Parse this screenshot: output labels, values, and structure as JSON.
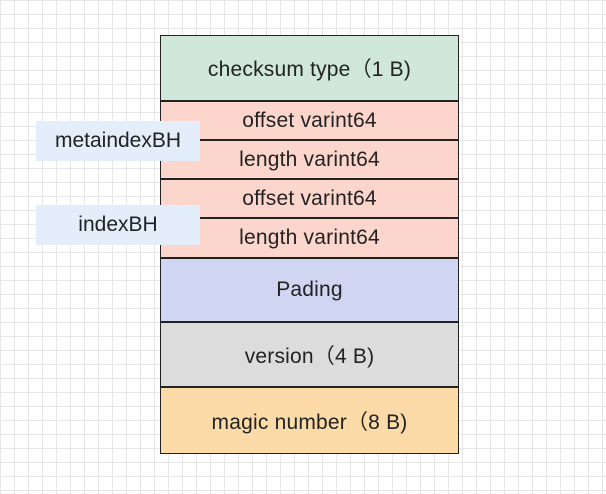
{
  "blocks": {
    "checksum": "checksum type（1 B)",
    "field1": "offset varint64",
    "field2": "length varint64",
    "field3": "offset varint64",
    "field4": "length varint64",
    "padding": "Pading",
    "version": "version（4 B)",
    "magic": "magic number（8 B)"
  },
  "handles": {
    "metaindex": "metaindexBH",
    "index": "indexBH"
  },
  "colors": {
    "checksum": "#cfe8d9",
    "handle_fields": "#fcd6cc",
    "padding": "#d0d6f1",
    "version": "#dcdcdc",
    "magic": "#fcdba8",
    "handle_label_bg": "#e3eefa",
    "border": "#222222"
  }
}
